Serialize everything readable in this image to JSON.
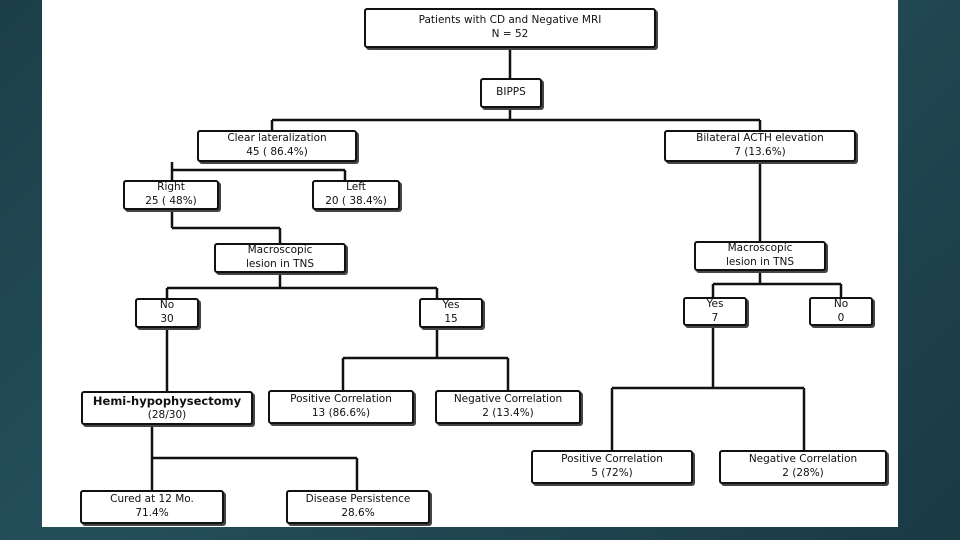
{
  "nodes": {
    "root": {
      "line1": "Patients with CD and Negative MRI",
      "line2": "N = 52"
    },
    "bipps": {
      "line1": "BIPPS"
    },
    "clear": {
      "line1": "Clear lateralization",
      "line2": "45 ( 86.4%)"
    },
    "bilateral": {
      "line1": "Bilateral ACTH elevation",
      "line2": "7 (13.6%)"
    },
    "right": {
      "line1": "Right",
      "line2": "25 ( 48%)"
    },
    "left": {
      "line1": "Left",
      "line2": "20 ( 38.4%)"
    },
    "macro_left": {
      "line1": "Macroscopic",
      "line2": "lesion in TNS"
    },
    "macro_right": {
      "line1": "Macroscopic",
      "line2": "lesion in TNS"
    },
    "no_left": {
      "line1": "No",
      "line2": "30"
    },
    "yes_left": {
      "line1": "Yes",
      "line2": "15"
    },
    "yes_right": {
      "line1": "Yes",
      "line2": "7"
    },
    "no_right": {
      "line1": "No",
      "line2": "0"
    },
    "hemi": {
      "line1": "Hemi-hypophysectomy",
      "line2": "(28/30)"
    },
    "pos_left": {
      "line1": "Positive Correlation",
      "line2": "13 (86.6%)"
    },
    "neg_left": {
      "line1": "Negative Correlation",
      "line2": "2 (13.4%)"
    },
    "pos_right": {
      "line1": "Positive Correlation",
      "line2": "5 (72%)"
    },
    "neg_right": {
      "line1": "Negative Correlation",
      "line2": "2  (28%)"
    },
    "cured": {
      "line1": "Cured at 12 Mo.",
      "line2": "71.4%"
    },
    "persist": {
      "line1": "Disease Persistence",
      "line2": "28.6%"
    }
  }
}
